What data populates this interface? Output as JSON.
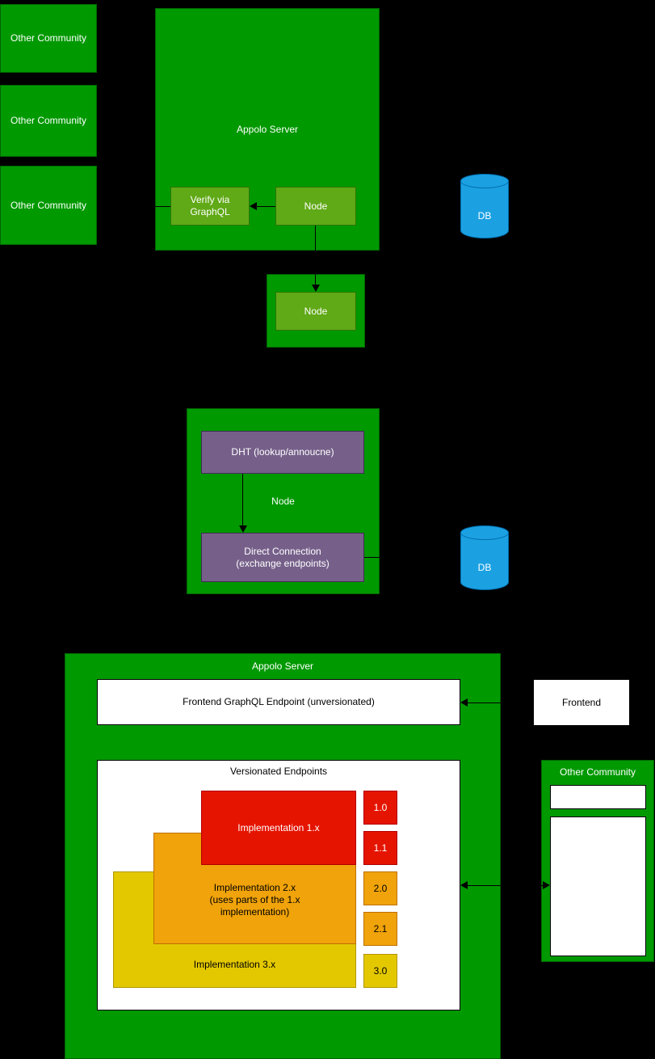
{
  "colors": {
    "background": "#000000",
    "green_container": "#009900",
    "green_node": "#60a917",
    "purple_node": "#76608a",
    "red_impl": "#e51400",
    "orange_impl": "#f0a30a",
    "yellow_impl": "#e3c800",
    "blue_db": "#1ba1e2",
    "white_box": "#ffffff"
  },
  "top_section": {
    "other_communities": [
      {
        "label": "Other Community"
      },
      {
        "label": "Other Community"
      },
      {
        "label": "Other Community"
      }
    ],
    "appolo_server": {
      "label": "Appolo Server",
      "verify_box": "Verify via\nGraphQL",
      "node_box": "Node"
    },
    "external_node": "Node",
    "db": "DB"
  },
  "middle_section": {
    "node_container": {
      "label": "Node",
      "dht_box": "DHT (lookup/annoucne)",
      "direct_connection_box": "Direct Connection\n(exchange endpoints)"
    },
    "db": "DB"
  },
  "bottom_section": {
    "appolo_server": {
      "label": "Appolo Server",
      "frontend_endpoint": "Frontend GraphQL Endpoint (unversionated)",
      "versionated_endpoints": {
        "label": "Versionated Endpoints",
        "implementation_1x": "Implementation 1.x",
        "implementation_2x": "Implementation 2.x\n(uses parts of the 1.x\nimplementation)",
        "implementation_3x": "Implementation 3.x",
        "versions": [
          {
            "label": "1.0"
          },
          {
            "label": "1.1"
          },
          {
            "label": "2.0"
          },
          {
            "label": "2.1"
          },
          {
            "label": "3.0"
          }
        ]
      }
    },
    "frontend": "Frontend",
    "other_community": {
      "label": "Other Community"
    }
  }
}
